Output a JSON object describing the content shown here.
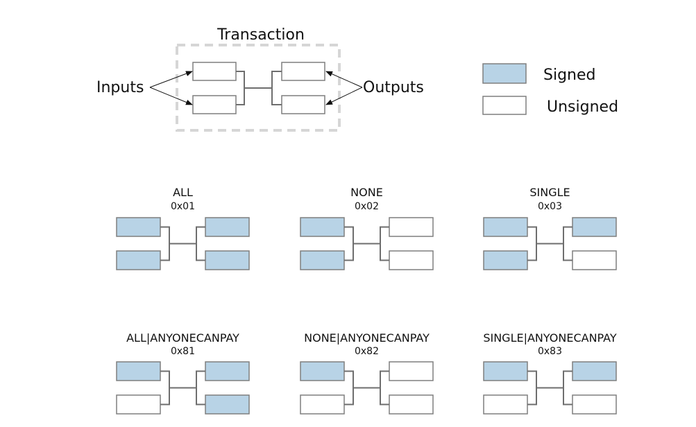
{
  "transaction": {
    "title": "Transaction",
    "inputs_label": "Inputs",
    "outputs_label": "Outputs"
  },
  "legend": {
    "signed_label": "Signed",
    "unsigned_label": "Unsigned"
  },
  "colors": {
    "signed_fill": "#b8d3e6",
    "unsigned_fill": "#ffffff",
    "box_stroke": "#7f7f7f",
    "connector": "#6e6e6e",
    "dash": "#d6d6d6"
  },
  "sighash_types": [
    {
      "name": "ALL",
      "code": "0x01",
      "inputs_signed": [
        true,
        true
      ],
      "outputs_signed": [
        true,
        true
      ]
    },
    {
      "name": "NONE",
      "code": "0x02",
      "inputs_signed": [
        true,
        true
      ],
      "outputs_signed": [
        false,
        false
      ]
    },
    {
      "name": "SINGLE",
      "code": "0x03",
      "inputs_signed": [
        true,
        true
      ],
      "outputs_signed": [
        true,
        false
      ]
    },
    {
      "name": "ALL|ANYONECANPAY",
      "code": "0x81",
      "inputs_signed": [
        true,
        false
      ],
      "outputs_signed": [
        true,
        true
      ]
    },
    {
      "name": "NONE|ANYONECANPAY",
      "code": "0x82",
      "inputs_signed": [
        true,
        false
      ],
      "outputs_signed": [
        false,
        false
      ]
    },
    {
      "name": "SINGLE|ANYONECANPAY",
      "code": "0x83",
      "inputs_signed": [
        true,
        false
      ],
      "outputs_signed": [
        true,
        false
      ]
    }
  ]
}
